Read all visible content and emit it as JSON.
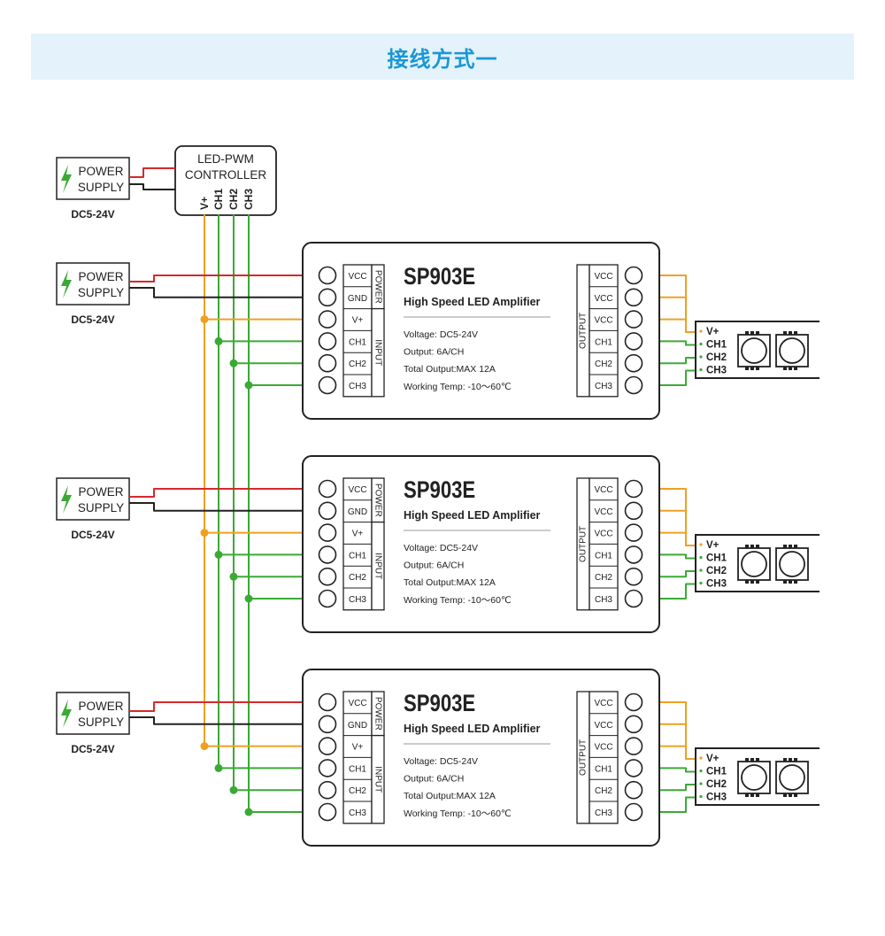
{
  "banner": {
    "title": "接线方式一"
  },
  "colors": {
    "banner_bg": "#e3f2fb",
    "banner_text": "#1a97d6",
    "vplus": "#f0a020",
    "channel": "#3aaa35",
    "power_pos": "#d42a2a",
    "power_neg": "#222222",
    "output_vcc": "#f0a020",
    "bolt": "#3aaa35"
  },
  "power_supply": {
    "line1": "POWER",
    "line2": "SUPPLY",
    "voltage": "DC5-24V",
    "icon": "lightning-bolt-icon"
  },
  "controller": {
    "line1": "LED-PWM",
    "line2": "CONTROLLER",
    "pins": [
      "V+",
      "CH1",
      "CH2",
      "CH3"
    ]
  },
  "amplifier": {
    "model": "SP903E",
    "subtitle": "High Speed LED Amplifier",
    "specs": [
      "Voltage: DC5-24V",
      "Output: 6A/CH",
      "Total Output:MAX 12A",
      "Working Temp: -10～60℃"
    ],
    "power_label": "POWER",
    "input_label": "INPUT",
    "output_label": "OUTPUT",
    "input_pins": [
      "VCC",
      "GND",
      "V+",
      "CH1",
      "CH2",
      "CH3"
    ],
    "output_pins": [
      "VCC",
      "VCC",
      "VCC",
      "CH1",
      "CH2",
      "CH3"
    ],
    "count": 3
  },
  "strip": {
    "labels": [
      "V+",
      "CH1",
      "CH2",
      "CH3"
    ],
    "icon": "led-chip-icon"
  }
}
